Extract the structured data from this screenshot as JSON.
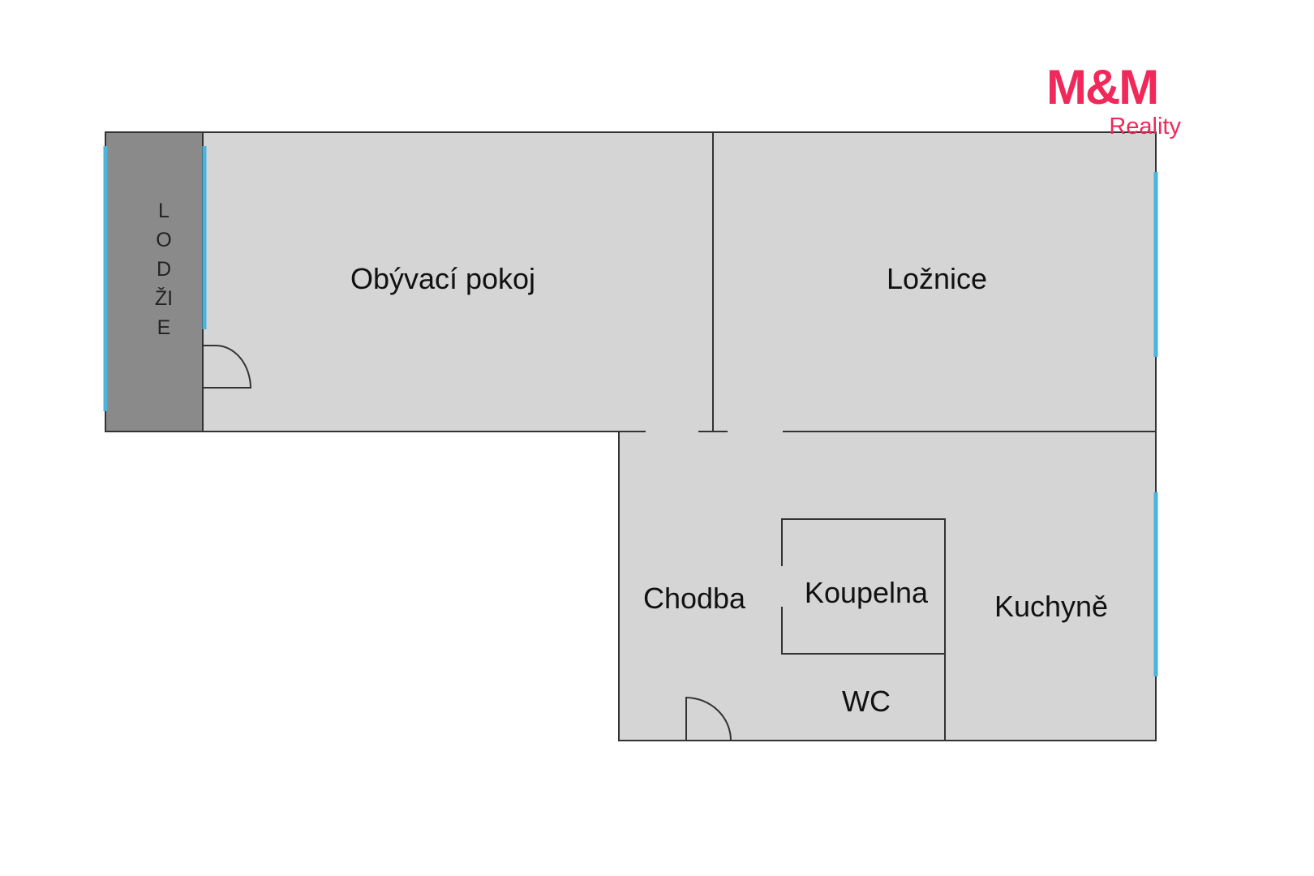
{
  "brand": {
    "name": "M&M",
    "tagline": "Reality",
    "color": "#f0295a"
  },
  "rooms": {
    "loggia": "LODŽIE",
    "living_room": "Obývací pokoj",
    "bedroom": "Ložnice",
    "hallway": "Chodba",
    "bathroom": "Koupelna",
    "wc": "WC",
    "kitchen": "Kuchyně"
  },
  "colors": {
    "room_fill": "#d5d5d5",
    "loggia_fill": "#8a8a8a",
    "wall": "#333333",
    "window": "#4ab4de",
    "background": "#ffffff"
  }
}
